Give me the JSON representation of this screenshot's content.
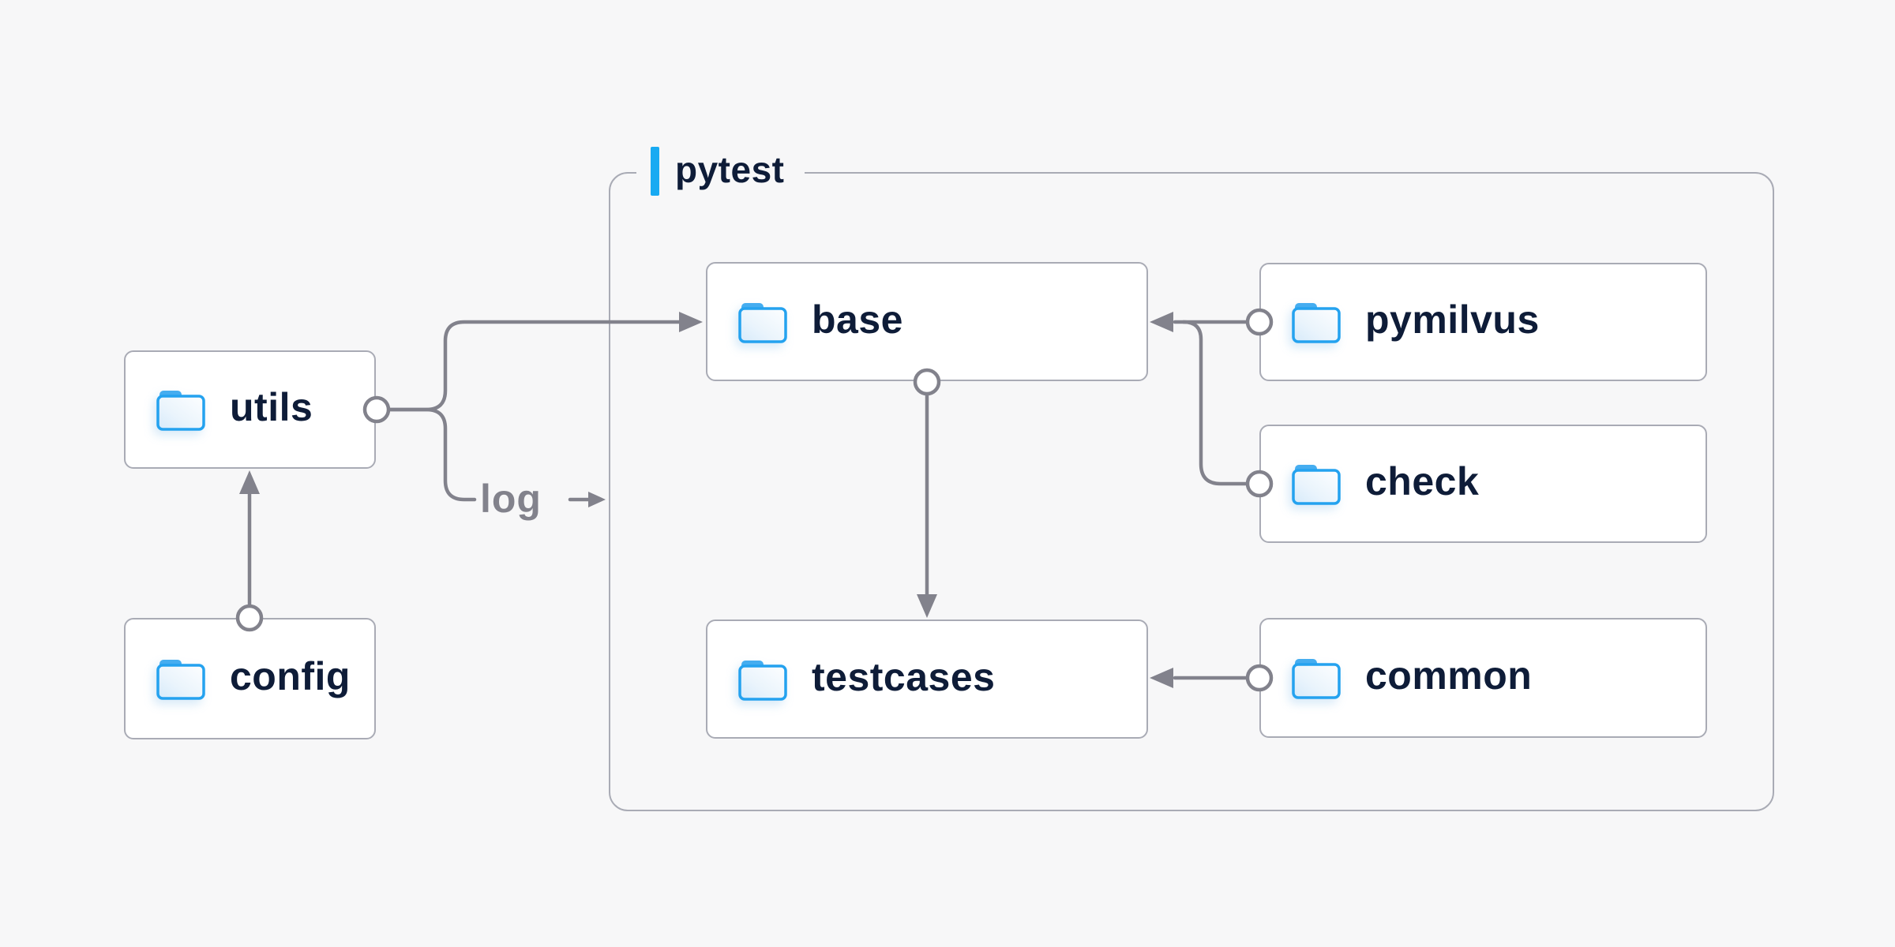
{
  "container": {
    "label": "pytest"
  },
  "nodes": [
    {
      "id": "utils",
      "label": "utils",
      "icon": "folder-icon"
    },
    {
      "id": "config",
      "label": "config",
      "icon": "folder-icon"
    },
    {
      "id": "base",
      "label": "base",
      "icon": "folder-icon"
    },
    {
      "id": "testcases",
      "label": "testcases",
      "icon": "folder-icon"
    },
    {
      "id": "pymilvus",
      "label": "pymilvus",
      "icon": "folder-icon"
    },
    {
      "id": "check",
      "label": "check",
      "icon": "folder-icon"
    },
    {
      "id": "common",
      "label": "common",
      "icon": "folder-icon"
    }
  ],
  "edges": [
    {
      "from": "utils",
      "to": "base"
    },
    {
      "from": "utils",
      "to": "pytest",
      "label": "log"
    },
    {
      "from": "config",
      "to": "utils"
    },
    {
      "from": "base",
      "to": "testcases"
    },
    {
      "from": "pymilvus",
      "to": "base"
    },
    {
      "from": "check",
      "to": "base"
    },
    {
      "from": "common",
      "to": "testcases"
    }
  ],
  "edge_label": "log",
  "colors": {
    "background": "#f7f7f8",
    "node_fill": "#ffffff",
    "node_border": "#a9abb5",
    "connector": "#82828c",
    "label_text": "#0e1c38",
    "accent": "#18aaf2",
    "folder_stroke": "#24a2ef",
    "folder_tab": "#45adf0"
  }
}
